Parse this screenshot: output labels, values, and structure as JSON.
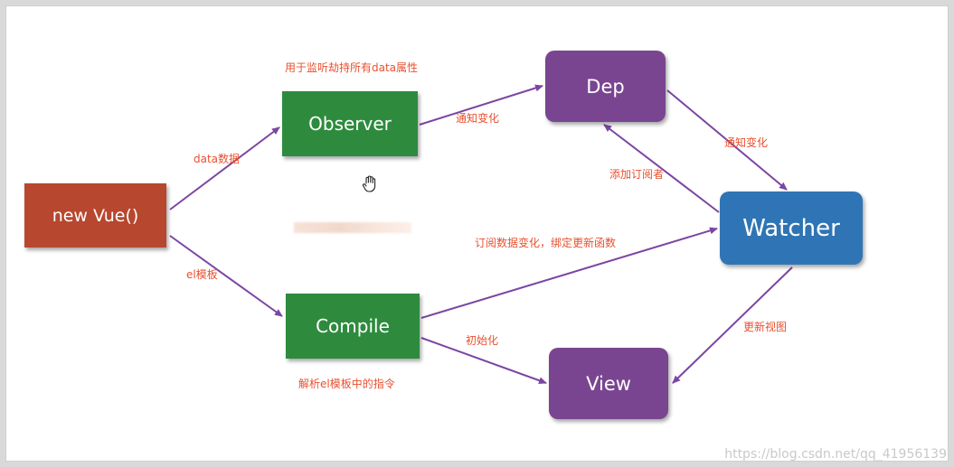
{
  "nodes": {
    "vue": "new Vue()",
    "observer": "Observer",
    "compile": "Compile",
    "dep": "Dep",
    "view": "View",
    "watcher": "Watcher"
  },
  "labels": {
    "observer_desc": "用于监听劫持所有data属性",
    "data_edge": "data数据",
    "el_edge": "el模板",
    "notify_dep": "通知变化",
    "notify_watcher": "通知变化",
    "add_subscriber": "添加订阅者",
    "subscribe_bind": "订阅数据变化，绑定更新函数",
    "init": "初始化",
    "update_view": "更新视图",
    "compile_desc": "解析el模板中的指令"
  },
  "watermark": "https://blog.csdn.net/qq_41956139",
  "colors": {
    "vue": "#b8472f",
    "green": "#2e8b3e",
    "purple": "#7a4590",
    "watcher": "#2f75b5",
    "arrow": "#7b46a3",
    "label": "#e9502f"
  },
  "icons": {
    "cursor": "hand-cursor-icon"
  }
}
